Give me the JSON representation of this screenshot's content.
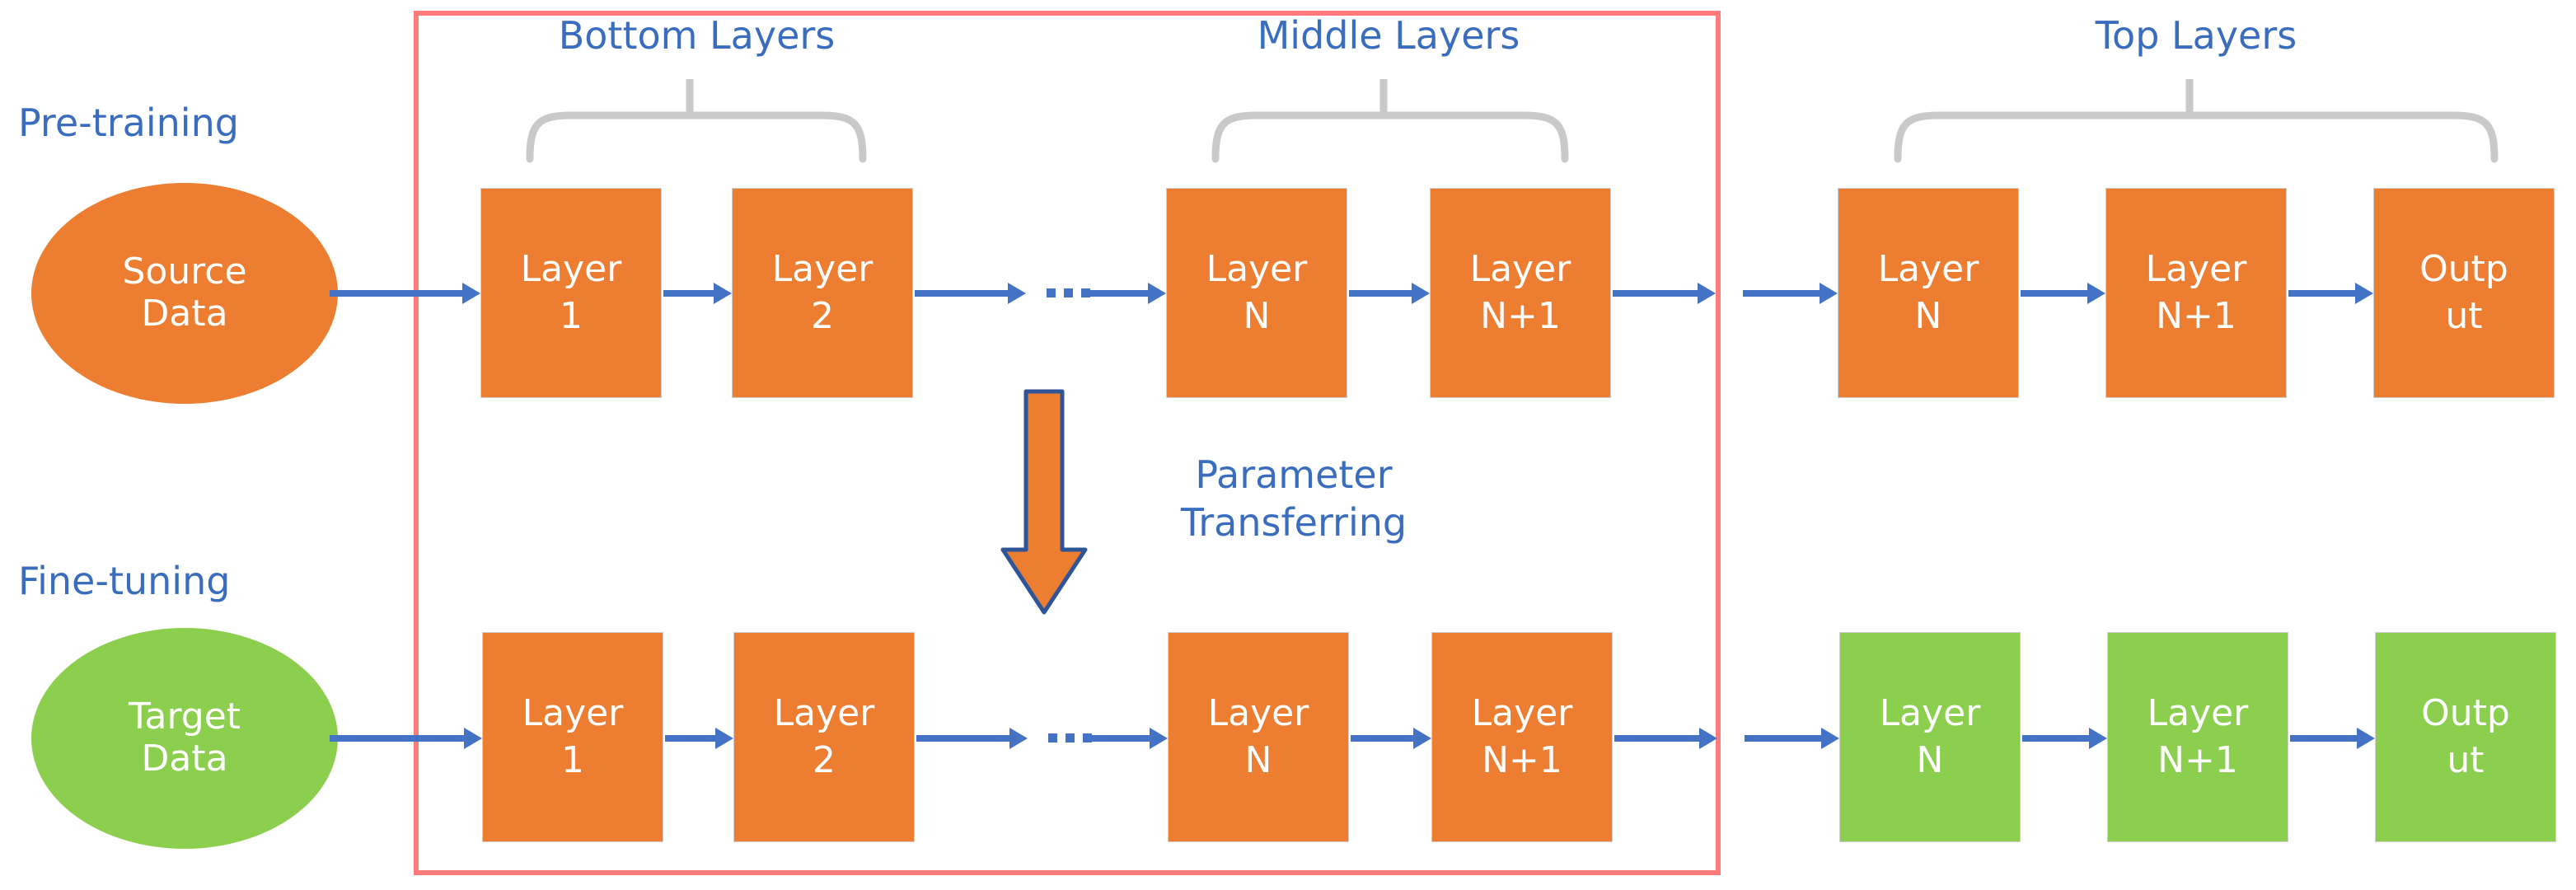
{
  "figure": {
    "title": "Pre-training and Fine-tuning with Parameter Transferring",
    "colors": {
      "source_orange": "#ED7D31",
      "target_green": "#8CCE4D",
      "accent_blue": "#4472C4",
      "label_blue": "#3B6DBF",
      "region_pink": "#FF7B7B",
      "brace_gray": "#C9C9C9",
      "box_border_gray": "#D0CECE",
      "text_white": "#FFFFFF"
    }
  },
  "phases": {
    "pretraining_label": "Pre-training",
    "finetuning_label": "Fine-tuning"
  },
  "groups": {
    "bottom_layers_label": "Bottom Layers",
    "middle_layers_label": "Middle Layers",
    "top_layers_label": "Top Layers"
  },
  "data_nodes": {
    "source": {
      "line1": "Source",
      "line2": "Data"
    },
    "target": {
      "line1": "Target",
      "line2": "Data"
    }
  },
  "transfer": {
    "caption_line1": "Parameter",
    "caption_line2": "Transferring"
  },
  "pretraining_row": {
    "boxes": [
      {
        "line1": "Layer",
        "line2": "1"
      },
      {
        "line1": "Layer",
        "line2": "2"
      },
      {
        "line1": "Layer",
        "line2": "N"
      },
      {
        "line1": "Layer",
        "line2": "N+1"
      },
      {
        "line1": "Layer",
        "line2": "N"
      },
      {
        "line1": "Layer",
        "line2": "N+1"
      },
      {
        "line1": "Outp",
        "line2": "ut"
      }
    ]
  },
  "finetuning_row": {
    "boxes": [
      {
        "line1": "Layer",
        "line2": "1"
      },
      {
        "line1": "Layer",
        "line2": "2"
      },
      {
        "line1": "Layer",
        "line2": "N"
      },
      {
        "line1": "Layer",
        "line2": "N+1"
      },
      {
        "line1": "Layer",
        "line2": "N"
      },
      {
        "line1": "Layer",
        "line2": "N+1"
      },
      {
        "line1": "Outp",
        "line2": "ut"
      }
    ]
  },
  "ellipsis": {
    "top": "...",
    "bottom": "..."
  }
}
